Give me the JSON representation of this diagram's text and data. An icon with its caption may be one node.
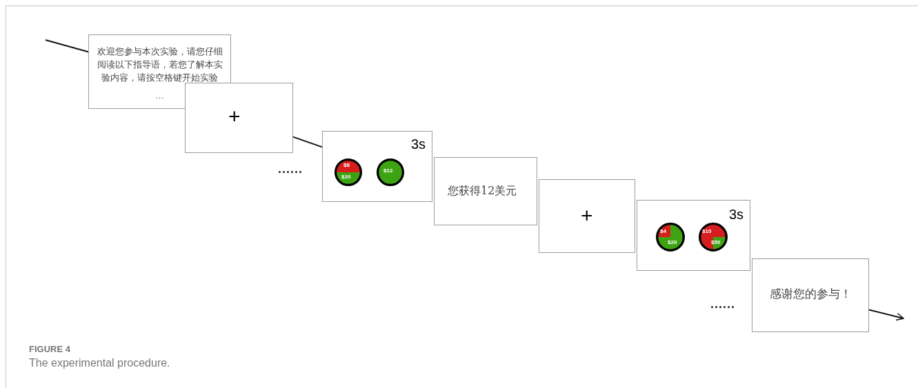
{
  "diagram": {
    "title": "FIGURE 4",
    "caption": "The experimental procedure.",
    "nodes": [
      {
        "text": [
          "欢迎您参与本次实验，请您仔细阅读以下指导语，若您了解本实验内容，请按空格键开始实验",
          "…"
        ]
      },
      {
        "text": [
          "+"
        ]
      },
      {
        "text": [
          "3s"
        ]
      },
      {
        "text": [
          "$8",
          "$20"
        ],
        "in": 2
      },
      {
        "text": [
          "$12"
        ],
        "in": 2
      },
      {
        "text": [
          "您获得12美元"
        ]
      },
      {
        "text": [
          "+"
        ]
      },
      {
        "text": [
          "3s"
        ]
      },
      {
        "text": [
          "$4",
          "$20"
        ],
        "in": 7
      },
      {
        "text": [
          "$10",
          "$50"
        ],
        "in": 7
      },
      {
        "text": [
          "感谢您的参与！"
        ]
      }
    ],
    "edges": [
      {
        "from": null,
        "to": 0,
        "arrow": "none"
      },
      {
        "from": 1,
        "to": 2,
        "arrow": "none"
      },
      {
        "from": 10,
        "to": null,
        "arrow": "to"
      }
    ],
    "labels": [
      "......",
      "......"
    ]
  }
}
